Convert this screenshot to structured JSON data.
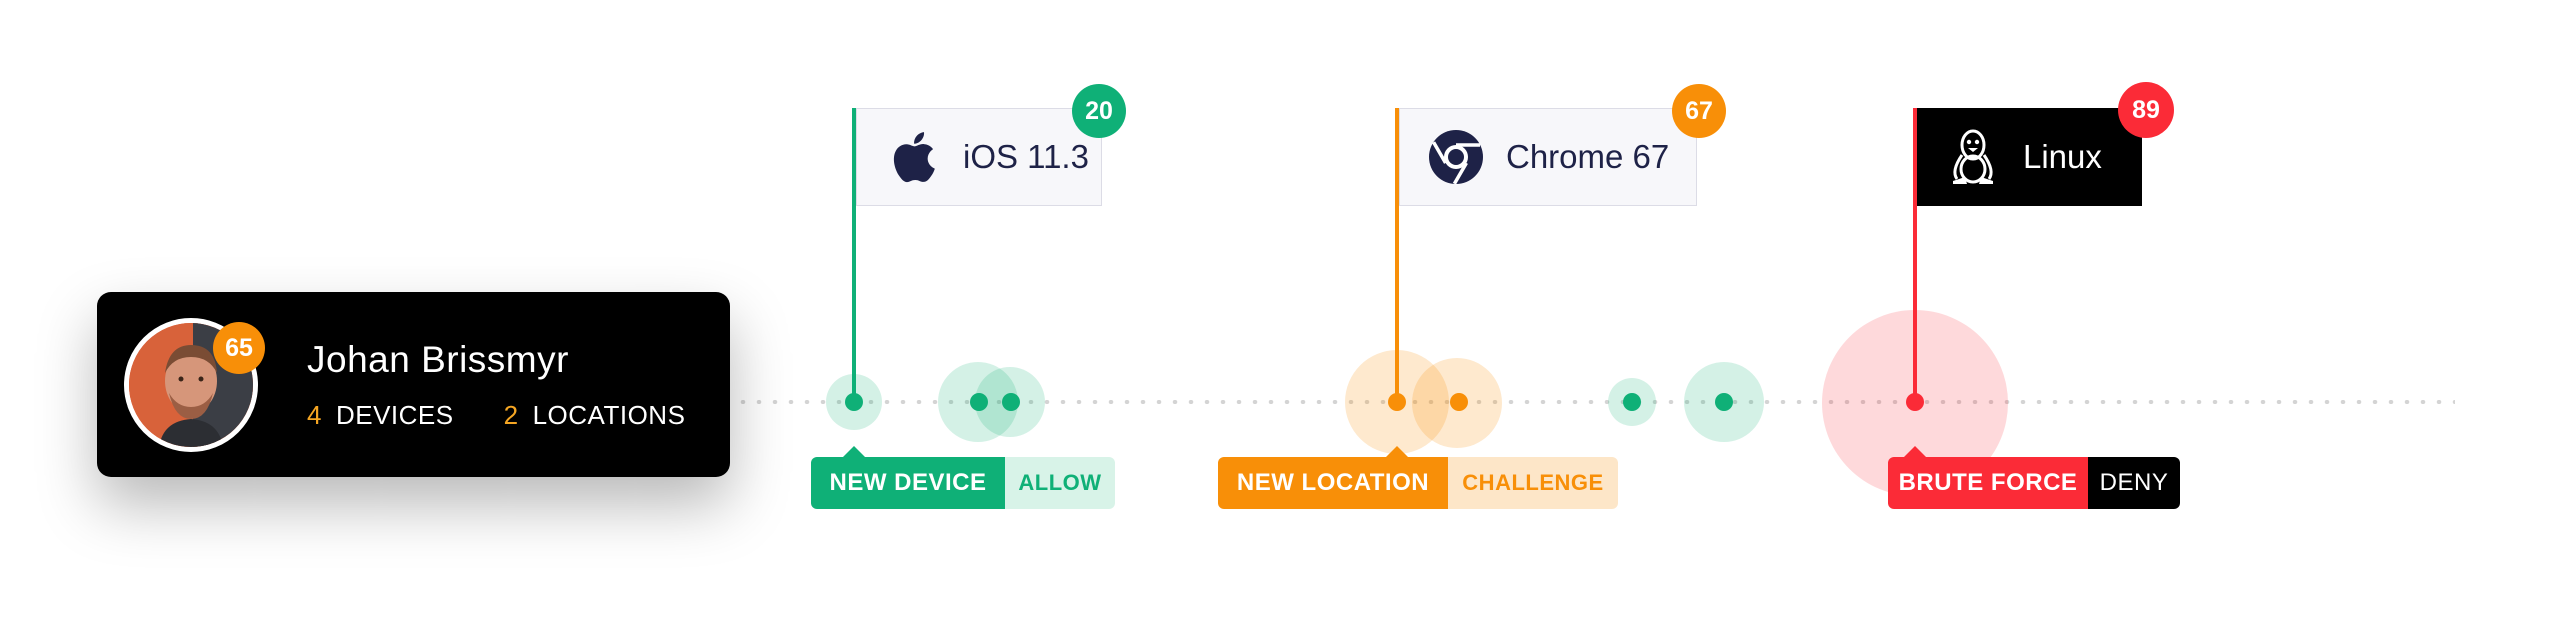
{
  "user": {
    "name": "Johan Brissmyr",
    "score": "65",
    "devices_count": "4",
    "devices_label": "DEVICES",
    "locations_count": "2",
    "locations_label": "LOCATIONS"
  },
  "devices": [
    {
      "name": "iOS 11.3",
      "score": "20",
      "icon": "apple-icon"
    },
    {
      "name": "Chrome 67",
      "score": "67",
      "icon": "chrome-icon"
    },
    {
      "name": "Linux",
      "score": "89",
      "icon": "tux-icon"
    }
  ],
  "events": [
    {
      "label": "NEW DEVICE",
      "action": "ALLOW"
    },
    {
      "label": "NEW LOCATION",
      "action": "CHALLENGE"
    },
    {
      "label": "BRUTE FORCE",
      "action": "DENY"
    }
  ],
  "colors": {
    "green": "#0fb077",
    "green_light": "#d8f3e8",
    "orange": "#f88f08",
    "orange_light": "#fde6c8",
    "red": "#fb2b37",
    "red_light": "#fdd4d4",
    "black": "#000000"
  }
}
